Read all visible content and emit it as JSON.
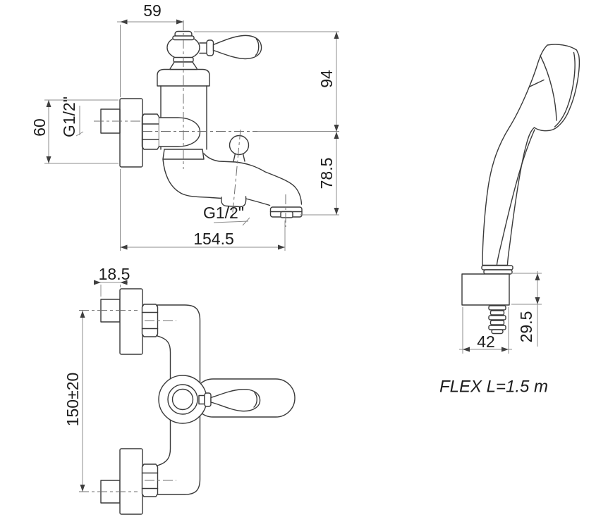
{
  "colors": {
    "background": "#ffffff",
    "object_line": "#3a3a3a",
    "dimension_line": "#8c8c8c",
    "centerline": "#6f6f6f",
    "arrow": "#3f3f3f",
    "text": "#1c1c1c"
  },
  "front_view": {
    "dim_handle_offset": "59",
    "dim_height_above_axis": "94",
    "dim_height_below_axis": "78.5",
    "dim_flange_height": "60",
    "dim_total_projection": "154.5",
    "label_inlet_thread": "G1/2\"",
    "label_hose_thread": "G1/2\""
  },
  "plan_view": {
    "dim_union_projection": "18.5",
    "dim_inlet_centres": "150±20"
  },
  "hand_shower": {
    "dim_bracket_width": "42",
    "dim_bracket_depth": "29.5",
    "label_hose": "FLEX L=1.5 m"
  }
}
